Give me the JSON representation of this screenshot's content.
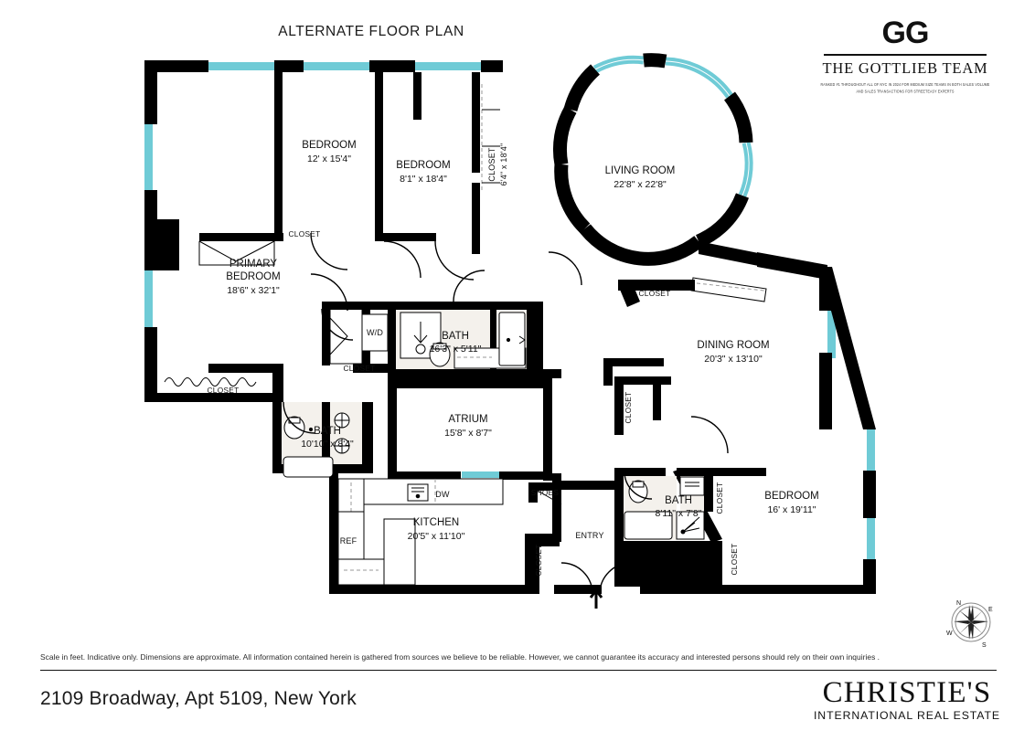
{
  "plan": {
    "title": "ALTERNATE FLOOR PLAN",
    "rooms": [
      {
        "name": "BEDROOM",
        "dims": "12' x 15'4\""
      },
      {
        "name": "BEDROOM",
        "dims": "8'1\" x 18'4\""
      },
      {
        "name": "CLOSET",
        "dims": "6'4\" x 18'4\""
      },
      {
        "name": "LIVING ROOM",
        "dims": "22'8\" x 22'8\""
      },
      {
        "name": "PRIMARY BEDROOM",
        "dims": "18'6\" x 32'1\""
      },
      {
        "name": "DINING ROOM",
        "dims": "20'3\" x 13'10\""
      },
      {
        "name": "BATH",
        "dims": "16'3\" x 5'11\""
      },
      {
        "name": "BATH",
        "dims": "10'10\" x 8'4\""
      },
      {
        "name": "ATRIUM",
        "dims": "15'8\" x 8'7\""
      },
      {
        "name": "KITCHEN",
        "dims": "20'5\" x 11'10\""
      },
      {
        "name": "BATH",
        "dims": "8'11\" x 7'8\""
      },
      {
        "name": "BEDROOM",
        "dims": "16' x 19'11\""
      }
    ],
    "labels": {
      "bedroom1": "BEDROOM",
      "bedroom1_dims": "12' x 15'4\"",
      "bedroom2": "BEDROOM",
      "bedroom2_dims": "8'1\" x 18'4\"",
      "closet_top": "CLOSET",
      "closet_top_dims": "6'4\" x 18'4\"",
      "living": "LIVING ROOM",
      "living_dims": "22'8\" x 22'8\"",
      "primary1": "PRIMARY",
      "primary2": "BEDROOM",
      "primary_dims": "18'6\" x 32'1\"",
      "dining": "DINING ROOM",
      "dining_dims": "20'3\" x 13'10\"",
      "bath_main": "BATH",
      "bath_main_dims": "16'3\" x 5'11\"",
      "bath_left": "BATH",
      "bath_left_dims": "10'10\" x 8'4\"",
      "atrium": "ATRIUM",
      "atrium_dims": "15'8\" x 8'7\"",
      "kitchen": "KITCHEN",
      "kitchen_dims": "20'5\" x 11'10\"",
      "bath_right": "BATH",
      "bath_right_dims": "8'11\" x 7'8\"",
      "bedroom_right": "BEDROOM",
      "bedroom_right_dims": "16' x 19'11\"",
      "closet_bed1": "CLOSET",
      "closet_primary": "CLOSET",
      "closet_hall": "CLOSET",
      "closet_living": "CLOSET",
      "closet_dining": "CLOSET",
      "closet_entry": "CLOSET",
      "closet_r1": "CLOSET",
      "closet_r2": "CLOSET",
      "wd": "W/D",
      "dw": "DW",
      "ref": "REF",
      "shoes": "SHOES",
      "entry": "ENTRY"
    },
    "compass": {
      "n": "N",
      "e": "E",
      "s": "S",
      "w": "W"
    }
  },
  "brand": {
    "monogram": "GG",
    "team": "THE GOTTLIEB TEAM",
    "fineprint_line1": "RANKED #1 THROUGHOUT ALL OF NYC IN 2024 FOR MEDIUM SIZE TEAMS IN BOTH SALES VOLUME",
    "fineprint_line2": "AND SALES TRANSACTIONS FOR STREETEASY EXPERTS"
  },
  "footer": {
    "disclaimer": "Scale in feet. Indicative only. Dimensions are approximate. All information contained herein is gathered from sources we believe to be reliable. However, we cannot guarantee its accuracy and interested persons should rely on their own  inquiries .",
    "address": "2109 Broadway, Apt 5109, New York",
    "brokerage_name": "CHRISTIE'S",
    "brokerage_sub": "INTERNATIONAL REAL ESTATE"
  },
  "colors": {
    "window": "#6fcbd6",
    "wall": "#000000",
    "tile": "#f4f1ec",
    "text": "#111111"
  }
}
